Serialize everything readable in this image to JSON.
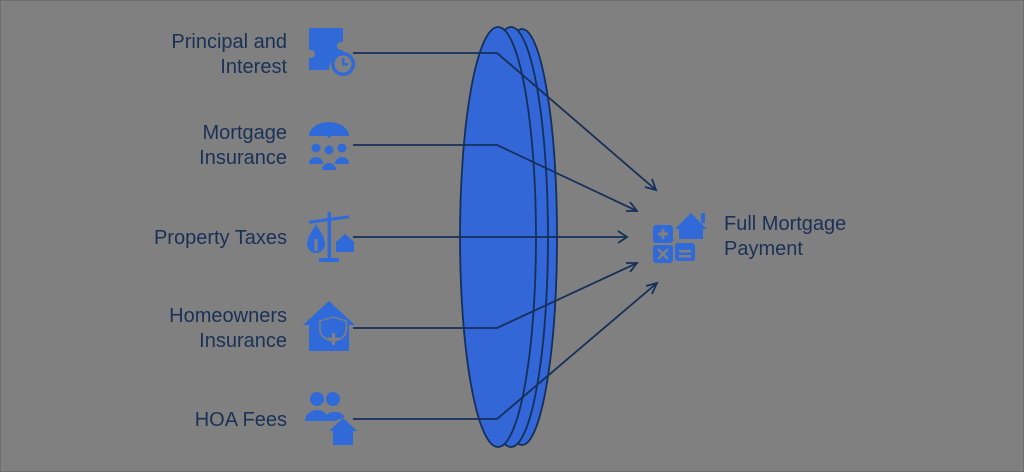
{
  "colors": {
    "background": "#808080",
    "lens_fill": "#3366d6",
    "stroke": "#16305a",
    "icon": "#2f6ad8",
    "text": "#1a3157"
  },
  "inputs": [
    {
      "label": "Principal and\nInterest",
      "icon": "ticket-clock-icon"
    },
    {
      "label": "Mortgage\nInsurance",
      "icon": "umbrella-family-icon"
    },
    {
      "label": "Property Taxes",
      "icon": "scale-dollar-house-icon"
    },
    {
      "label": "Homeowners\nInsurance",
      "icon": "house-shield-icon"
    },
    {
      "label": "HOA Fees",
      "icon": "people-house-icon"
    }
  ],
  "output": {
    "label": "Full Mortgage\nPayment",
    "icon": "calculator-house-icon"
  }
}
